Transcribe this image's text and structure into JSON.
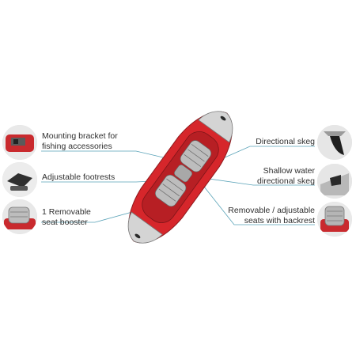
{
  "features": {
    "mounting_bracket": {
      "line1": "Mounting bracket for",
      "line2": "fishing accessories",
      "icon": "mounting-bracket-photo"
    },
    "footrests": {
      "line1": "Adjustable footrests",
      "icon": "footrest-photo"
    },
    "seat_booster": {
      "line1": "1 Removable",
      "line2": "seat booster",
      "icon": "seat-booster-photo"
    },
    "directional_skeg": {
      "line1": "Directional skeg",
      "icon": "skeg-fin-photo"
    },
    "shallow_skeg": {
      "line1": "Shallow water",
      "line2": "directional skeg",
      "icon": "shallow-skeg-photo"
    },
    "seats_backrest": {
      "line1": "Removable / adjustable",
      "line2": "seats with backrest",
      "icon": "seat-backrest-photo"
    }
  },
  "colors": {
    "hull_red": "#d6262b",
    "hull_dark": "#9e1b1f",
    "trim_grey": "#c9c9c9",
    "line_blue": "#5aa3b8"
  }
}
